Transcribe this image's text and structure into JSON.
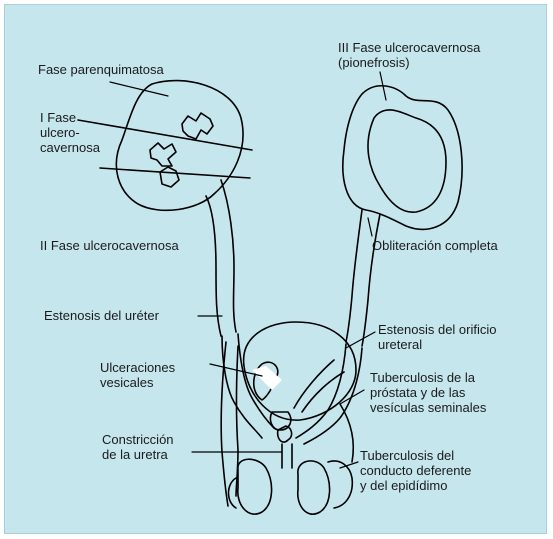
{
  "colors": {
    "background": "#c6e6ee",
    "line": "#000000",
    "highlight": "#ffffff"
  },
  "labels": {
    "fase_parenquimatosa": "Fase parenquimatosa",
    "i_fase": "I Fase\nulcero-\ncavernosa",
    "iii_fase": "III Fase ulcerocavernosa\n(pionefrosis)",
    "ii_fase": "II Fase ulcerocavernosa",
    "obliteracion": "Obliteración completa",
    "estenosis_ureter": "Estenosis del uréter",
    "estenosis_orificio": "Estenosis del orificio\nureteral",
    "ulceraciones": "Ulceraciones\nvesicales",
    "tuberculosis_prostata": "Tuberculosis de la\npróstata y de las\nvesículas seminales",
    "constriccion": "Constricción\nde la uretra",
    "tuberculosis_conducto": "Tuberculosis del\nconducto deferente\ny del epidídimo"
  }
}
